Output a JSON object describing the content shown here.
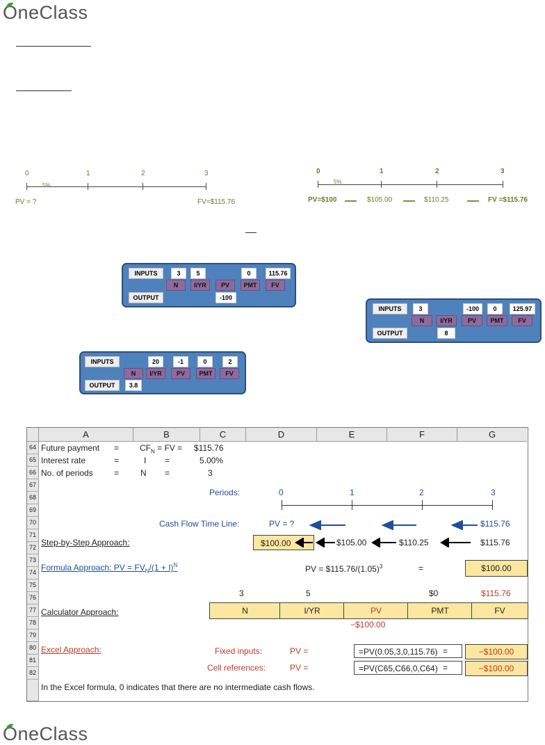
{
  "logo": {
    "top": "OneClass",
    "bottom": "OneClass"
  },
  "timeline_left": {
    "periods": [
      "0",
      "1",
      "2",
      "3"
    ],
    "rate": "5%",
    "pv": "PV = ?",
    "fv": "FV=$115.76"
  },
  "timeline_right": {
    "periods": [
      "0",
      "1",
      "2",
      "3"
    ],
    "rate": "5%",
    "values": [
      "PV=$100",
      "$105.00",
      "$110.25",
      "FV =$115.76"
    ]
  },
  "calc1": {
    "inputs_label": "INPUTS",
    "output_label": "OUTPUT",
    "inputs": [
      "3",
      "5",
      "",
      "0",
      "115.76"
    ],
    "keys": [
      "N",
      "I/YR",
      "PV",
      "PMT",
      "FV"
    ],
    "output": "-100"
  },
  "calc2": {
    "inputs_label": "INPUTS",
    "output_label": "OUTPUT",
    "inputs": [
      "3",
      "",
      "-100",
      "0",
      "125.97"
    ],
    "keys": [
      "N",
      "I/YR",
      "PV",
      "PMT",
      "FV"
    ],
    "output": "8"
  },
  "calc3": {
    "inputs_label": "INPUTS",
    "output_label": "OUTPUT",
    "inputs": [
      "",
      "20",
      "-1",
      "0",
      "2"
    ],
    "keys": [
      "N",
      "I/YR",
      "PV",
      "PMT",
      "FV"
    ],
    "output": "3.8"
  },
  "sheet": {
    "columns": [
      "A",
      "B",
      "C",
      "D",
      "E",
      "F",
      "G"
    ],
    "rows": [
      "64",
      "65",
      "66",
      "67",
      "68",
      "69",
      "70",
      "71",
      "72",
      "73",
      "74",
      "75",
      "76",
      "77",
      "78",
      "79",
      "80",
      "81",
      "82"
    ],
    "r64": {
      "a": "Future payment",
      "eq1": "=",
      "b": "CF",
      "b_sub": "N",
      "b2": "= FV =",
      "c": "$115.76"
    },
    "r65": {
      "a": "Interest rate",
      "eq1": "=",
      "b": "I",
      "eq2": "=",
      "c": "5.00%"
    },
    "r66": {
      "a": "No. of periods",
      "eq1": "=",
      "b": "N",
      "eq2": "=",
      "c": "3"
    },
    "periods_label": "Periods:",
    "periods": [
      "0",
      "1",
      "2",
      "3"
    ],
    "cftl_label": "Cash Flow Time Line:",
    "cftl_pv": "PV = ?",
    "cftl_fv": "$115.76",
    "step_label": "Step-by-Step Approach:",
    "step_values": [
      "$100.00",
      "$105.00",
      "$110.25",
      "$115.76"
    ],
    "formula_label": "Formula Approach: PV = FV",
    "formula_label_sub": "N",
    "formula_label_end": "/(1 + I)",
    "formula_label_sup": "N",
    "formula_text": "PV = $115.76/(1.05)",
    "formula_sup": "3",
    "formula_eq": "=",
    "formula_result": "$100.00",
    "calc_inputs": [
      "3",
      "5",
      "",
      "$0",
      "$115.76"
    ],
    "calc_label": "Calculator Approach:",
    "calc_keys": [
      "N",
      "I/YR",
      "PV",
      "PMT",
      "FV"
    ],
    "calc_output": "−$100.00",
    "excel_label": "Excel Approach:",
    "fixed_label": "Fixed inputs:",
    "fixed_pv": "PV =",
    "fixed_formula": "=PV(0.05,3,0,115.76)",
    "fixed_eq": "=",
    "fixed_result": "−$100.00",
    "ref_label": "Cell references:",
    "ref_pv": "PV =",
    "ref_formula": "=PV(C65,C66,0,C64)",
    "ref_eq": "=",
    "ref_result": "−$100.00",
    "note": "In the Excel formula, 0 indicates that there are no intermediate cash flows."
  },
  "colors": {
    "calc_bg": "#4f81bd",
    "key_purple": "#8e6a9e",
    "highlight": "#fbe7a0",
    "timeline_text": "#6b7b2a"
  }
}
